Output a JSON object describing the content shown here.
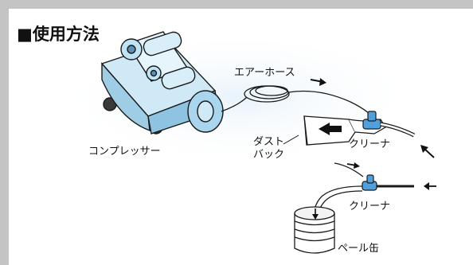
{
  "title": "■使用方法",
  "labels": {
    "air_hose": "エアーホース",
    "compressor": "コンプレッサー",
    "dust_bag_line1": "ダスト",
    "dust_bag_line2": "バック",
    "cleaner_top": "クリーナ",
    "cleaner_bottom": "クリーナ",
    "pail_can": "ペール缶"
  },
  "colors": {
    "frame": "#c4c4c4",
    "compressor_body": "#bfe3f4",
    "compressor_dark": "#5b8fb3",
    "cleaner": "#4fa0dc",
    "stroke": "#1a1a1a"
  }
}
